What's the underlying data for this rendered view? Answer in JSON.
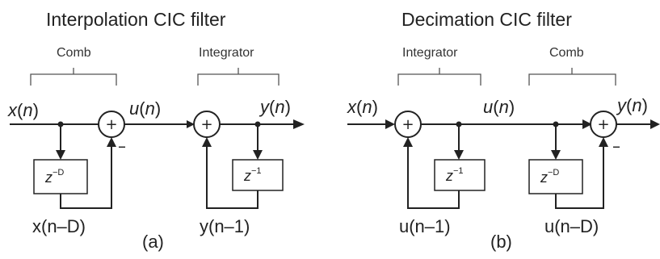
{
  "interpolation": {
    "title": "Interpolation CIC filter",
    "comb_label": "Comb",
    "integrator_label": "Integrator",
    "input": {
      "base": "x",
      "arg": "(",
      "var": "n",
      "close": ")"
    },
    "mid": {
      "base": "u",
      "arg": "(",
      "var": "n",
      "close": ")"
    },
    "output": {
      "base": "y",
      "arg": "(",
      "var": "n",
      "close": ")"
    },
    "comb_delay": {
      "base": "z",
      "exp": "−D"
    },
    "int_delay": {
      "base": "z",
      "exp": "−1"
    },
    "comb_feedback": {
      "text": "x(n–D)"
    },
    "int_feedback": {
      "text": "y(n–1)"
    },
    "minus": "–",
    "panel": "(a)"
  },
  "decimation": {
    "title": "Decimation CIC filter",
    "integrator_label": "Integrator",
    "comb_label": "Comb",
    "input": {
      "base": "x",
      "arg": "(",
      "var": "n",
      "close": ")"
    },
    "mid": {
      "base": "u",
      "arg": "(",
      "var": "n",
      "close": ")"
    },
    "output": {
      "base": "y",
      "arg": "(",
      "var": "n",
      "close": ")"
    },
    "int_delay": {
      "base": "z",
      "exp": "−1"
    },
    "comb_delay": {
      "base": "z",
      "exp": "−D"
    },
    "int_feedback": {
      "text": "u(n–1)"
    },
    "comb_feedback": {
      "text": "u(n–D)"
    },
    "minus": "–",
    "panel": "(b)"
  },
  "plus_symbol": "+"
}
